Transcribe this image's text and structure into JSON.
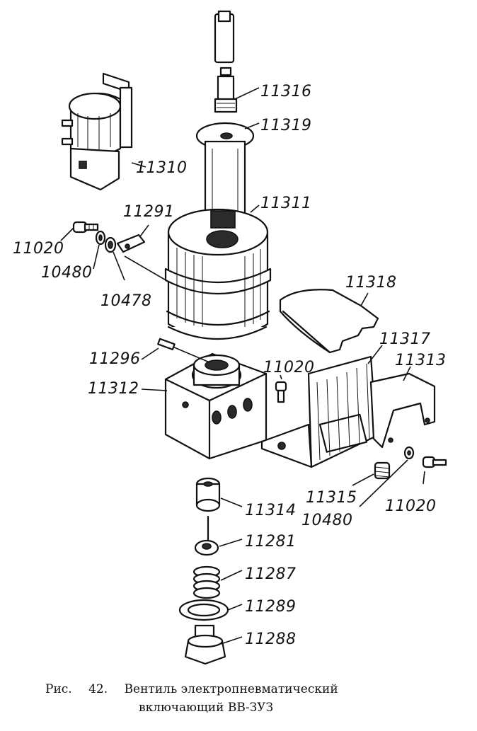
{
  "caption": {
    "fig_prefix": "Рис.",
    "fig_number": "42.",
    "title_line1": "Вентиль электропневматический",
    "title_line2": "включающий ВВ-ЗУЗ"
  },
  "labels": {
    "l11316": "11316",
    "l11319": "11319",
    "l11310": "11310",
    "l11311": "11311",
    "l11291": "11291",
    "l11020a": "11020",
    "l10480a": "10480",
    "l10478": "10478",
    "l11318": "11318",
    "l11317": "11317",
    "l11313": "11313",
    "l11296": "11296",
    "l11020b": "11020",
    "l11312": "11312",
    "l11315": "11315",
    "l10480b": "10480",
    "l11020c": "11020",
    "l11314": "11314",
    "l11281": "11281",
    "l11287": "11287",
    "l11289": "11289",
    "l11288": "11288"
  }
}
